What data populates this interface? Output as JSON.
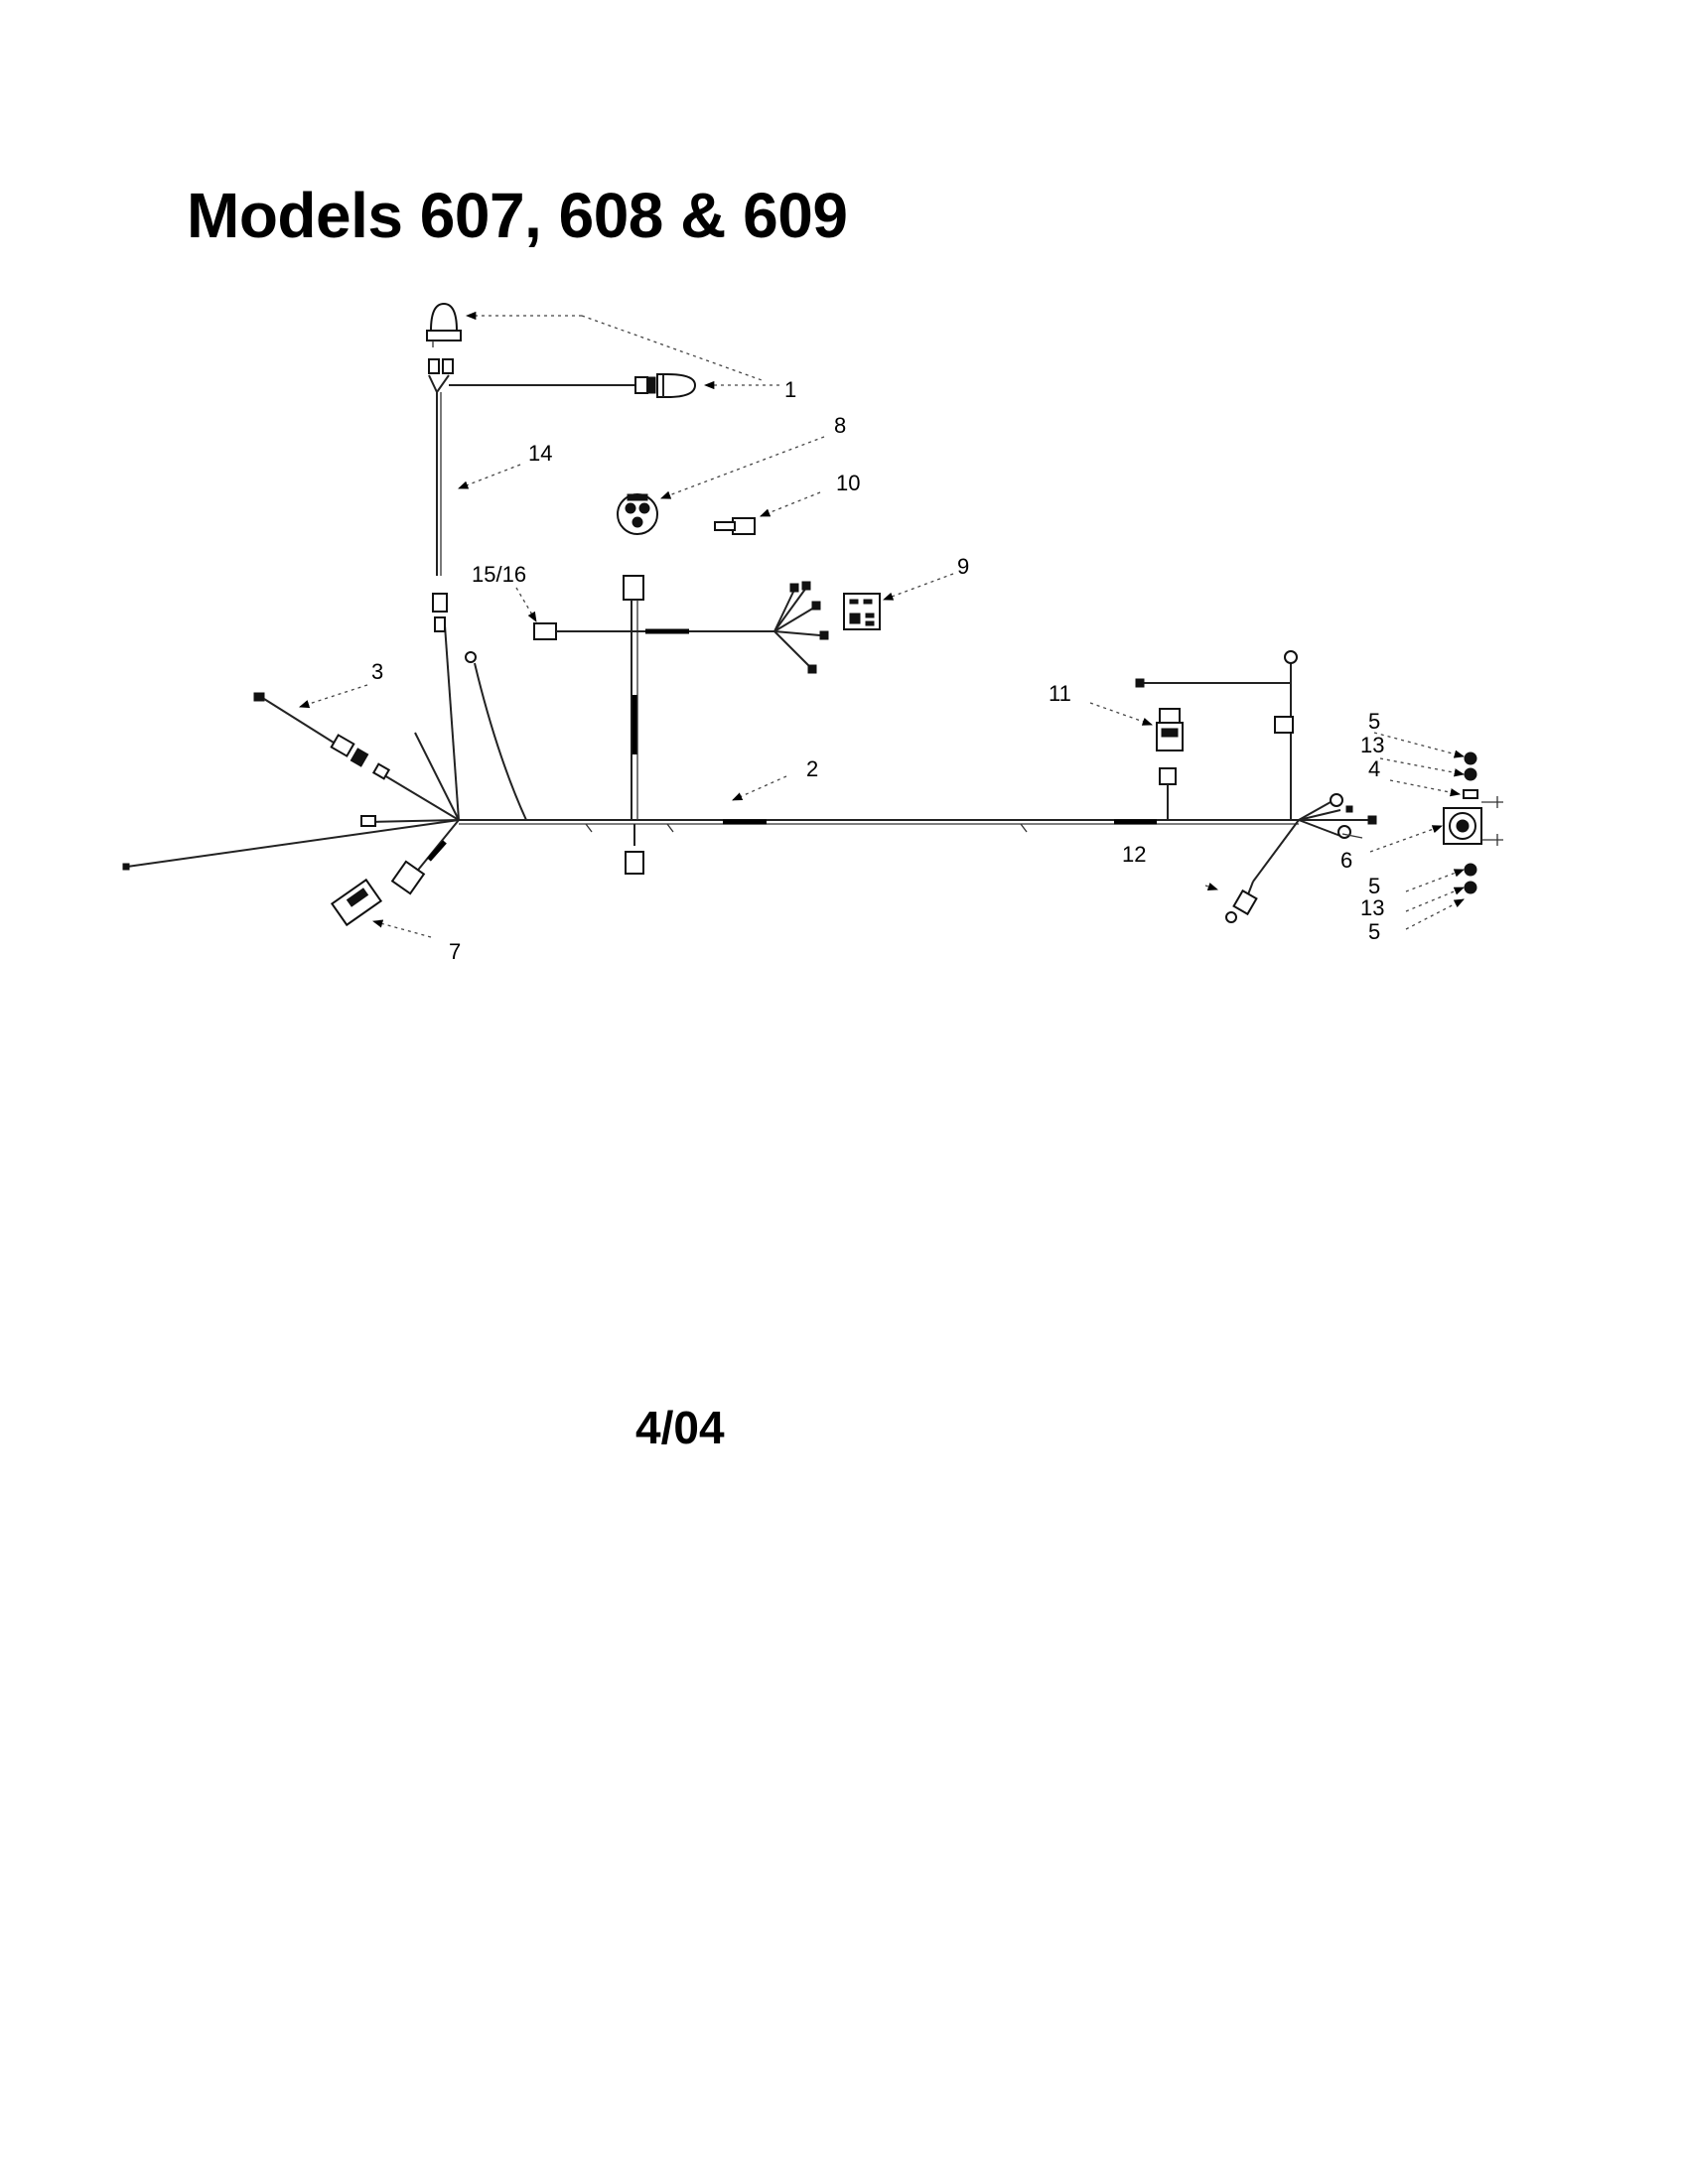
{
  "page": {
    "title": "Models 607, 608 & 609",
    "date_code": "4/04"
  },
  "callouts": {
    "c1": "1",
    "c2": "2",
    "c3": "3",
    "c4": "4",
    "c5a": "5",
    "c5b": "5",
    "c5c": "5",
    "c6": "6",
    "c7": "7",
    "c8": "8",
    "c9": "9",
    "c10": "10",
    "c11": "11",
    "c12": "12",
    "c13a": "13",
    "c13b": "13",
    "c14": "14",
    "c15_16": "15/16"
  }
}
